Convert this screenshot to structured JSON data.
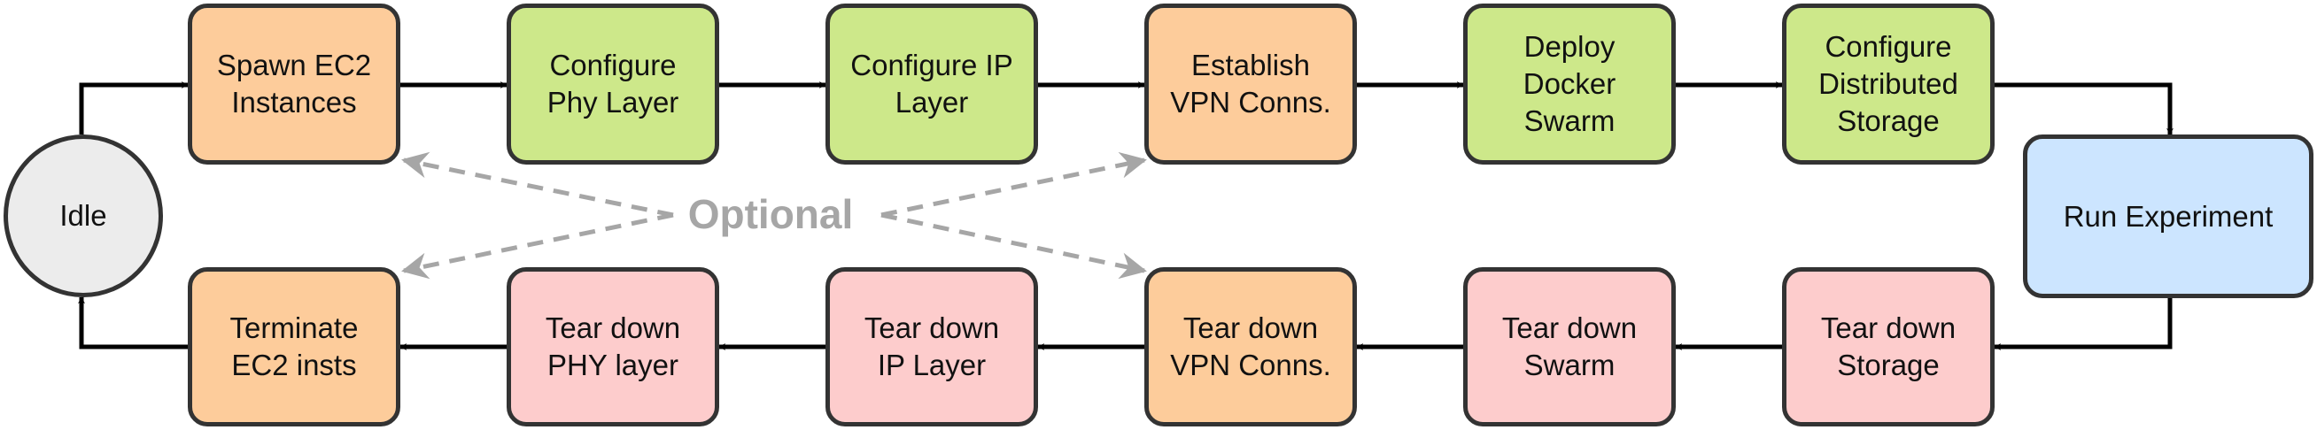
{
  "colors": {
    "orange": "#fdcc9b",
    "green": "#cde88a",
    "pink": "#fdcccc",
    "blue": "#cce5ff",
    "gray": "#ececec",
    "edge": "#000000",
    "dashed": "#a6a6a6"
  },
  "nodes": {
    "idle": {
      "label": "Idle",
      "color": "gray"
    },
    "spawn_ec2": {
      "label": "Spawn EC2\nInstances",
      "color": "orange"
    },
    "configure_phy": {
      "label": "Configure\nPhy Layer",
      "color": "green"
    },
    "configure_ip": {
      "label": "Configure IP\nLayer",
      "color": "green"
    },
    "establish_vpn": {
      "label": "Establish\nVPN Conns.",
      "color": "orange"
    },
    "deploy_swarm": {
      "label": "Deploy\nDocker\nSwarm",
      "color": "green"
    },
    "configure_storage": {
      "label": "Configure\nDistributed\nStorage",
      "color": "green"
    },
    "run_experiment": {
      "label": "Run Experiment",
      "color": "blue"
    },
    "teardown_storage": {
      "label": "Tear down\nStorage",
      "color": "pink"
    },
    "teardown_swarm": {
      "label": "Tear down\nSwarm",
      "color": "pink"
    },
    "teardown_vpn": {
      "label": "Tear down\nVPN Conns.",
      "color": "orange"
    },
    "teardown_ip": {
      "label": "Tear down\nIP Layer",
      "color": "pink"
    },
    "teardown_phy": {
      "label": "Tear down\nPHY layer",
      "color": "pink"
    },
    "terminate_ec2": {
      "label": "Terminate\nEC2 insts",
      "color": "orange"
    }
  },
  "optional_label": "Optional"
}
